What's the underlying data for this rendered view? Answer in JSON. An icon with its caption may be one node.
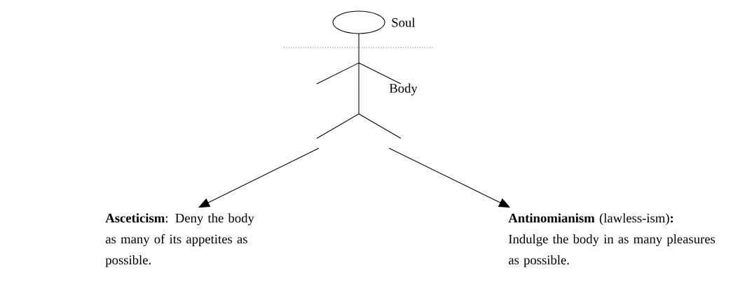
{
  "diagram": {
    "nodes": [
      {
        "text": [
          "**Asceticism**: Deny the body as many of its appetites as possible."
        ]
      },
      {
        "text": [
          "**Antinomianism** (lawless-ism)**:** Indulge the body in as many pleasures as possible."
        ]
      }
    ],
    "edges": [
      {
        "from": null,
        "to": 0,
        "arrow": "to"
      },
      {
        "from": null,
        "to": 1,
        "arrow": "to"
      }
    ],
    "labels": [
      "Soul",
      "Body"
    ]
  }
}
